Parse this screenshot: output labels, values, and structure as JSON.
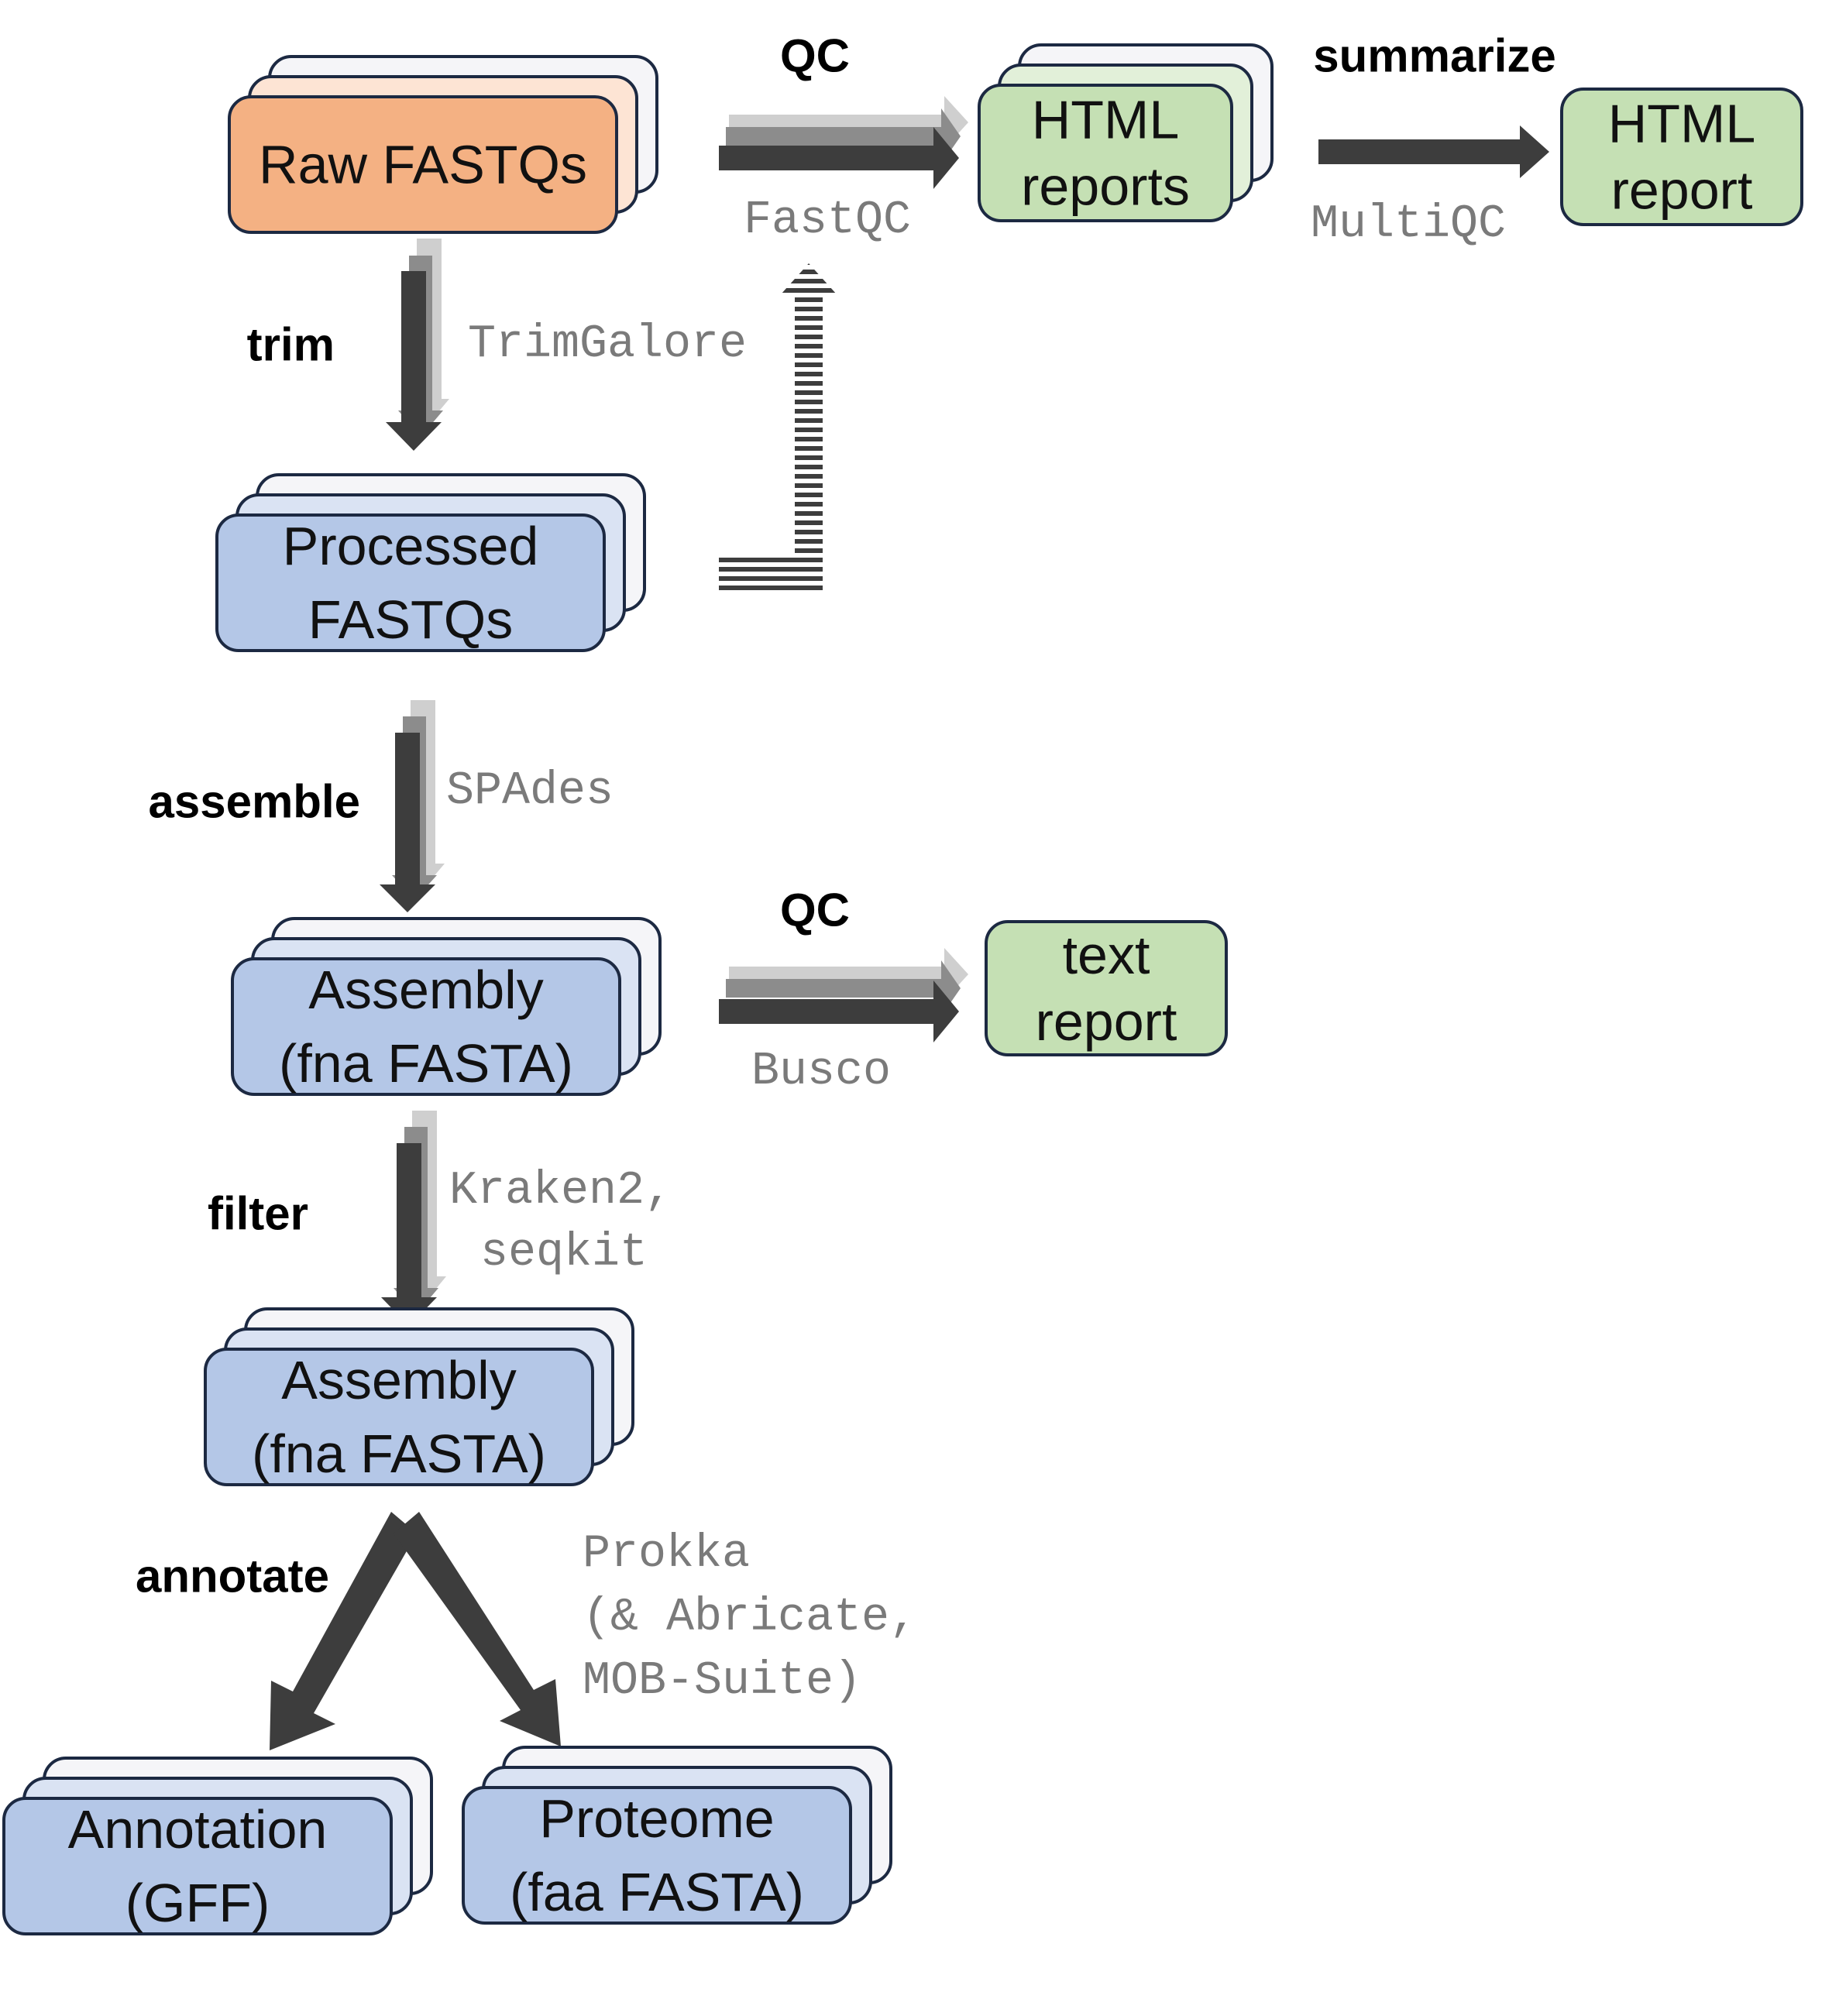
{
  "colors": {
    "raw": "#f4b183",
    "processed": "#b4c7e7",
    "report": "#c5e0b4",
    "stack_back": "#f5f5f8",
    "stroke": "#1c2942",
    "arrow_dark": "#3d3d3d",
    "arrow_mid": "#8c8c8c",
    "arrow_light": "#cfcfcf"
  },
  "nodes": {
    "raw_fastqs": {
      "lines": [
        "Raw FASTQs"
      ]
    },
    "html_reports": {
      "lines": [
        "HTML",
        "reports"
      ]
    },
    "html_report": {
      "lines": [
        "HTML",
        "report"
      ]
    },
    "processed_fastqs": {
      "lines": [
        "Processed",
        "FASTQs"
      ]
    },
    "assembly_1": {
      "lines": [
        "Assembly",
        "(fna FASTA)"
      ]
    },
    "text_report": {
      "lines": [
        "text",
        "report"
      ]
    },
    "assembly_2": {
      "lines": [
        "Assembly",
        "(fna FASTA)"
      ]
    },
    "annotation": {
      "lines": [
        "Annotation",
        "(GFF)"
      ]
    },
    "proteome": {
      "lines": [
        "Proteome",
        "(faa FASTA)"
      ]
    }
  },
  "steps": {
    "qc_top": "QC",
    "summarize": "summarize",
    "trim": "trim",
    "assemble": "assemble",
    "qc_mid": "QC",
    "filter": "filter",
    "annotate": "annotate"
  },
  "tools": {
    "fastqc": [
      "FastQC"
    ],
    "multiqc": [
      "MultiQC"
    ],
    "trimgalore": [
      "TrimGalore"
    ],
    "spades": [
      "SPAdes"
    ],
    "busco": [
      "Busco"
    ],
    "kraken": [
      "Kraken2,",
      "seqkit"
    ],
    "prokka": [
      "Prokka",
      "(& Abricate,",
      "MOB-Suite)"
    ]
  }
}
